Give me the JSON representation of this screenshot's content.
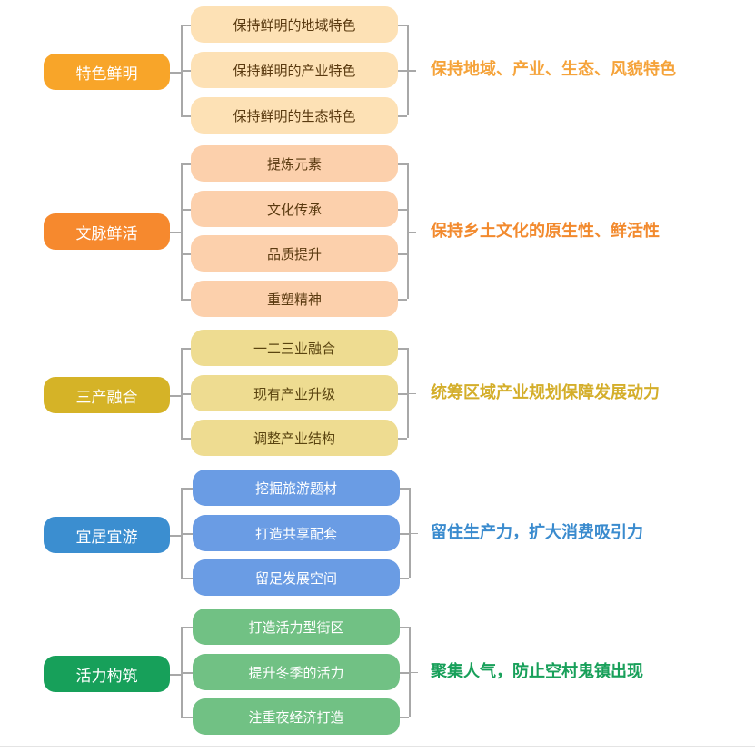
{
  "groups": [
    {
      "title": "特色鲜明",
      "root_color": "#F8A529",
      "child_color": "#FDE1B5",
      "child_text_color": "#5A3A10",
      "summary_color": "#F5A33A",
      "children": [
        "保持鲜明的地域特色",
        "保持鲜明的产业特色",
        "保持鲜明的生态特色"
      ],
      "summary": "保持地域、产业、生态、风貌特色"
    },
    {
      "title": "文脉鲜活",
      "root_color": "#F6892E",
      "child_color": "#FCD0AC",
      "child_text_color": "#5A3A10",
      "summary_color": "#F28A2E",
      "children": [
        "提炼元素",
        "文化传承",
        "品质提升",
        "重塑精神"
      ],
      "summary": "保持乡土文化的原生性、鲜活性"
    },
    {
      "title": "三产融合",
      "root_color": "#D5B327",
      "child_color": "#EEDC91",
      "child_text_color": "#5A4410",
      "summary_color": "#D4AE2A",
      "children": [
        "一二三业融合",
        "现有产业升级",
        "调整产业结构"
      ],
      "summary": "统筹区域产业规划保障发展动力"
    },
    {
      "title": "宜居宜游",
      "root_color": "#3B8ED0",
      "child_color": "#6A9CE4",
      "child_text_color": "#FFFFFF",
      "summary_color": "#3A8BCE",
      "children": [
        "挖掘旅游题材",
        "打造共享配套",
        "留足发展空间"
      ],
      "summary": "留住生产力，扩大消费吸引力"
    },
    {
      "title": "活力构筑",
      "root_color": "#17A05A",
      "child_color": "#71C184",
      "child_text_color": "#FFFFFF",
      "summary_color": "#18A05A",
      "children": [
        "打造活力型街区",
        "提升冬季的活力",
        "注重夜经济打造"
      ],
      "summary": "聚集人气，防止空村鬼镇出现"
    }
  ]
}
